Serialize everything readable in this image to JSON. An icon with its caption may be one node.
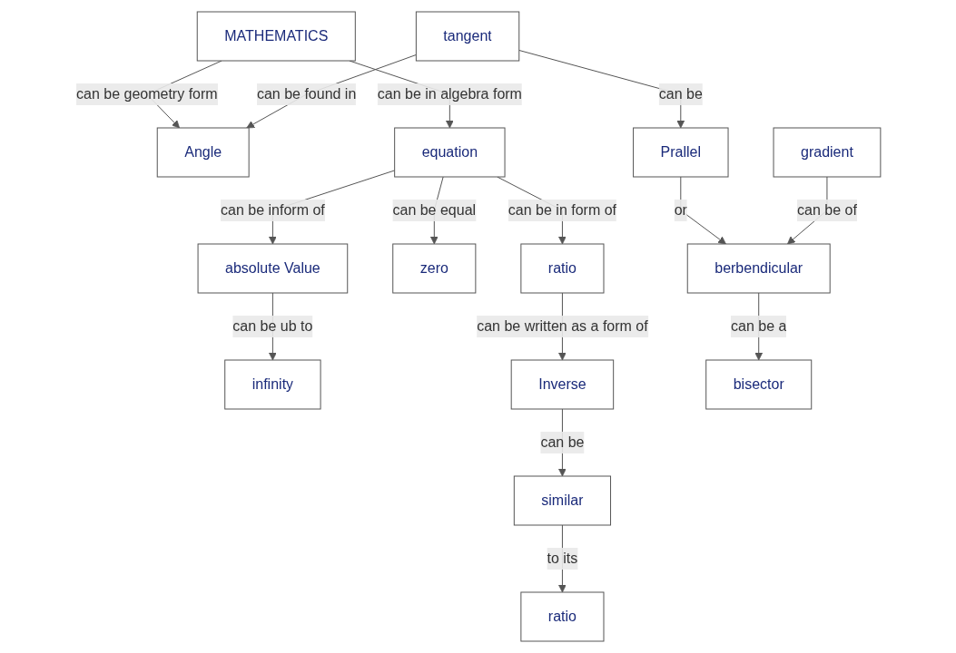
{
  "diagram": {
    "nodes": [
      {
        "text": [
          "MATHEMATICS"
        ]
      },
      {
        "text": [
          "Angle"
        ]
      },
      {
        "text": [
          "equation"
        ]
      },
      {
        "text": [
          "tangent"
        ]
      },
      {
        "text": [
          "absolute Value"
        ]
      },
      {
        "text": [
          "zero"
        ]
      },
      {
        "text": [
          "ratio"
        ]
      },
      {
        "text": [
          "Prallel"
        ]
      },
      {
        "text": [
          "infinity"
        ]
      },
      {
        "text": [
          "Inverse"
        ]
      },
      {
        "text": [
          "berbendicular"
        ]
      },
      {
        "text": [
          "similar"
        ]
      },
      {
        "text": [
          "bisector"
        ]
      },
      {
        "text": [
          "gradient"
        ]
      },
      {
        "text": [
          "ratio"
        ]
      }
    ],
    "edges": [
      {
        "from": 0,
        "to": 1,
        "arrow": "to",
        "label": "can be geometry form"
      },
      {
        "from": 0,
        "to": 2,
        "arrow": "to",
        "label": "can be in algebra form"
      },
      {
        "from": 3,
        "to": 1,
        "arrow": "to",
        "label": "can be found in"
      },
      {
        "from": 2,
        "to": 4,
        "arrow": "to",
        "label": "can be inform of"
      },
      {
        "from": 2,
        "to": 5,
        "arrow": "to",
        "label": "can be equal"
      },
      {
        "from": 2,
        "to": 6,
        "arrow": "to",
        "label": "can be in form of"
      },
      {
        "from": 3,
        "to": 7,
        "arrow": "to",
        "label": "can be"
      },
      {
        "from": 4,
        "to": 8,
        "arrow": "to",
        "label": "can be ub to"
      },
      {
        "from": 6,
        "to": 9,
        "arrow": "to",
        "label": "can be written as a form of"
      },
      {
        "from": 7,
        "to": 10,
        "arrow": "to",
        "label": "or"
      },
      {
        "from": 10,
        "to": 12,
        "arrow": "to",
        "label": "can be a"
      },
      {
        "from": 13,
        "to": 10,
        "arrow": "to",
        "label": "can be of"
      },
      {
        "from": 9,
        "to": 11,
        "arrow": "to",
        "label": "can be"
      },
      {
        "from": 11,
        "to": 14,
        "arrow": "to",
        "label": "to its"
      }
    ]
  }
}
